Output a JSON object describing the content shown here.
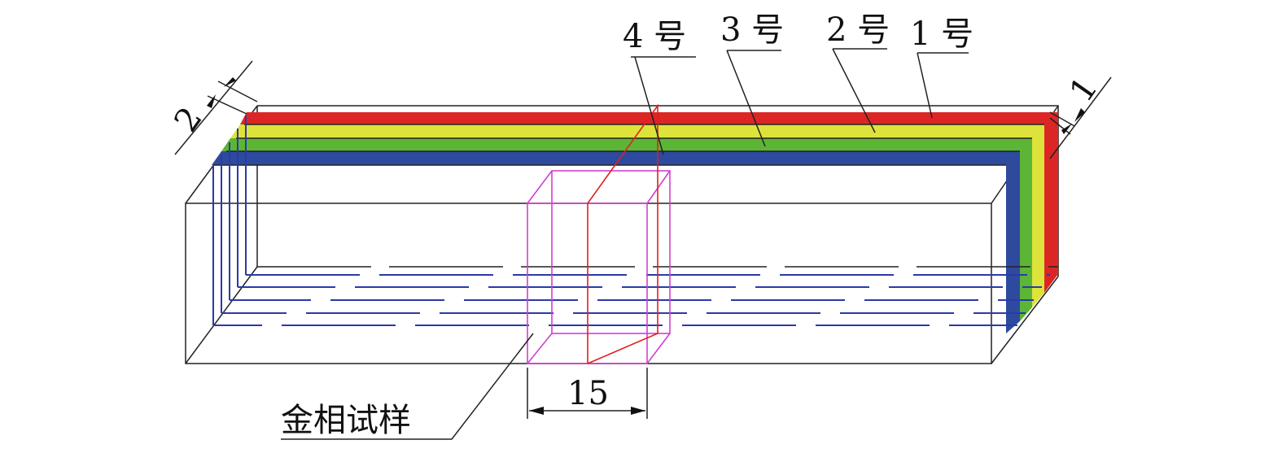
{
  "labels": {
    "layer4": "4 号",
    "layer3": "3 号",
    "layer2": "2 号",
    "layer1": "1 号",
    "sample": "金相试样",
    "dim_width": "15",
    "dim_2": "2",
    "dim_1": "1"
  },
  "colors": {
    "layer1": "#dc2626",
    "layer2": "#dde33a",
    "layer3": "#5db535",
    "layer4": "#2e4a9e",
    "sample": "#d040d0",
    "section": "#e02020"
  }
}
